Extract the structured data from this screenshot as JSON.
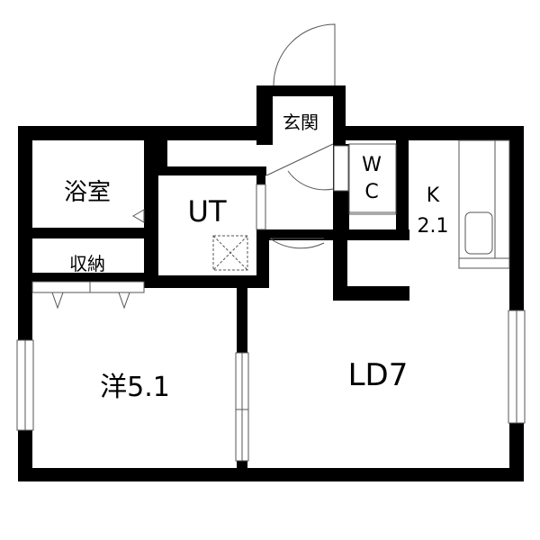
{
  "rooms": {
    "bath": "浴室",
    "utility": "UT",
    "entrance": "玄関",
    "wc_top": "W",
    "wc_bottom": "C",
    "kitchen_top": "K",
    "kitchen_bottom": "2.1",
    "storage": "収納",
    "western_room": "洋5.1",
    "living_dining": "LD7"
  },
  "colors": {
    "wall": "#000000",
    "line": "#555555",
    "background": "#ffffff"
  }
}
